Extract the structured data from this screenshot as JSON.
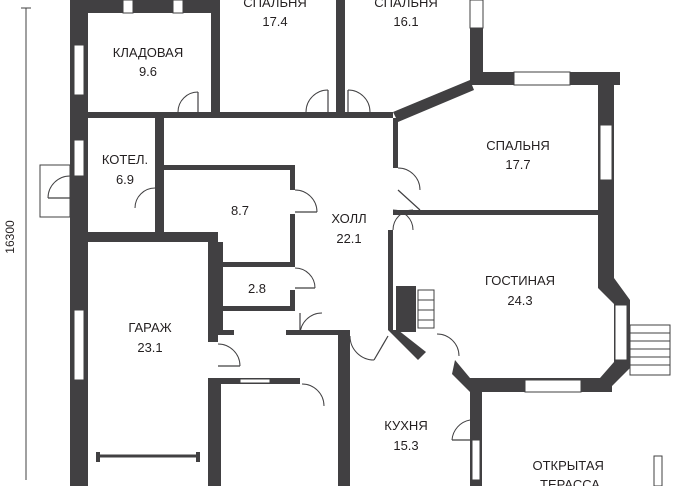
{
  "plan": {
    "dimension": "16300",
    "rooms": [
      {
        "id": "storage",
        "name": "КЛАДОВАЯ",
        "area": "9.6"
      },
      {
        "id": "bedroom1",
        "name": "СПАЛЬНЯ",
        "area": "17.4"
      },
      {
        "id": "bedroom2",
        "name": "СПАЛЬНЯ",
        "area": "16.1"
      },
      {
        "id": "bedroom3",
        "name": "СПАЛЬНЯ",
        "area": "17.7"
      },
      {
        "id": "boiler",
        "name": "КОТЕЛ.",
        "area": "6.9"
      },
      {
        "id": "room87",
        "name": "",
        "area": "8.7"
      },
      {
        "id": "room28",
        "name": "",
        "area": "2.8"
      },
      {
        "id": "hall",
        "name": "ХОЛЛ",
        "area": "22.1"
      },
      {
        "id": "living",
        "name": "ГОСТИНАЯ",
        "area": "24.3"
      },
      {
        "id": "garage",
        "name": "ГАРАЖ",
        "area": "23.1"
      },
      {
        "id": "kitchen",
        "name": "КУХНЯ",
        "area": "15.3"
      },
      {
        "id": "terrace",
        "name": "ОТКРЫТАЯ ТЕРАССА",
        "area": ""
      }
    ]
  }
}
